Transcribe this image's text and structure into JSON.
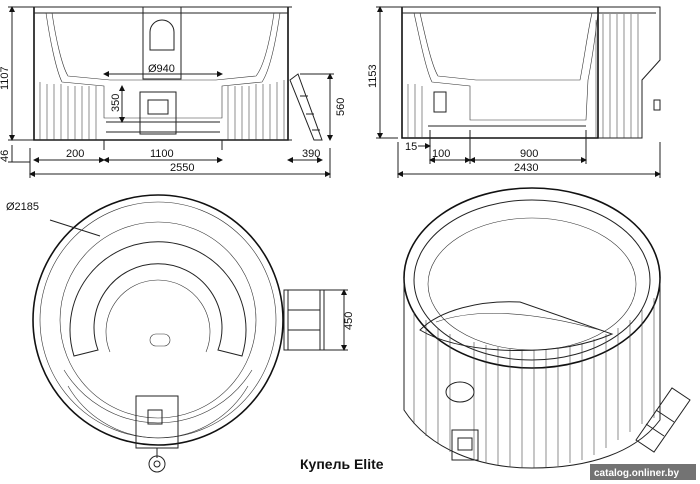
{
  "title": "Купель  Elite",
  "watermark": "catalog.onliner.by",
  "front_view": {
    "dim_total_height": "1107",
    "dim_bottom": "46",
    "dim_diameter_inner": "Ø940",
    "dim_heater_height": "350",
    "dim_step_height": "560",
    "dim_left": "200",
    "dim_center": "1100",
    "dim_stair": "390",
    "dim_total_width": "2550"
  },
  "side_view": {
    "dim_height": "1153",
    "dim_15": "15",
    "dim_100": "100",
    "dim_900": "900",
    "dim_total_width": "2430"
  },
  "top_view": {
    "dim_diameter": "Ø2185",
    "dim_stair": "450"
  }
}
